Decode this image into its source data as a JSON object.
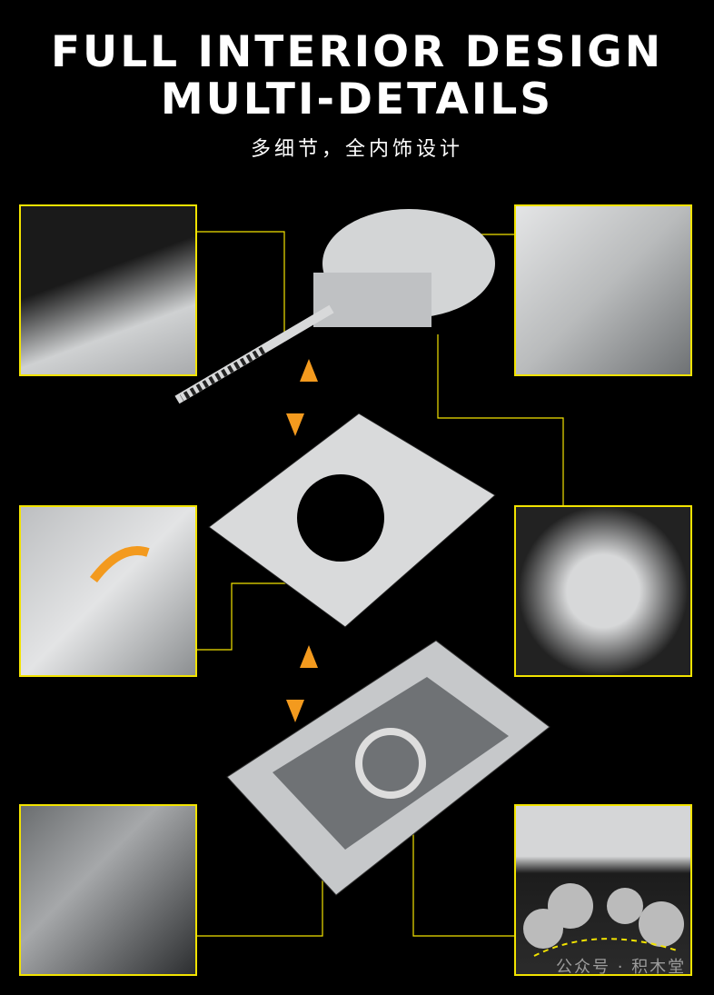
{
  "title_line1": "FULL INTERIOR DESIGN",
  "title_line2": "MULTI-DETAILS",
  "subtitle": "多细节，全内饰设计",
  "watermark": "公众号 · 积木堂",
  "colors": {
    "background": "#000000",
    "accent": "#f2e300",
    "arrow": "#f39a1e"
  }
}
